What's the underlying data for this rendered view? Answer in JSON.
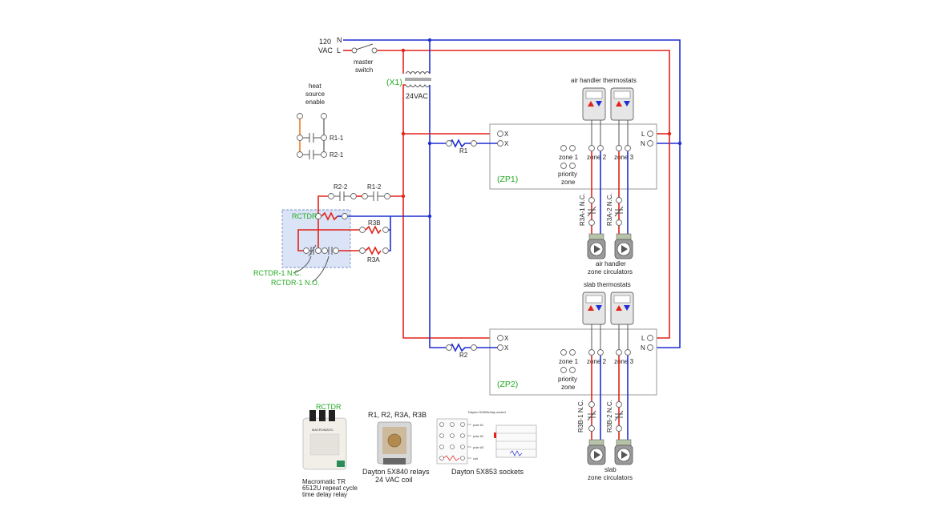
{
  "supply": {
    "voltage": "120",
    "vac": "VAC",
    "neutral": "N",
    "line": "L"
  },
  "master_switch": {
    "line1": "master",
    "line2": "switch"
  },
  "transformer": {
    "id": "(X1)",
    "secondary": "24VAC"
  },
  "heat_source": {
    "line1": "heat",
    "line2": "source",
    "line3": "enable",
    "contact1": "R1-1",
    "contact2": "R2-1"
  },
  "relay_chain": {
    "r22": "R2-2",
    "r12": "R1-2",
    "r3b": "R3B",
    "r3a": "R3A",
    "rctdr": "RCTDR",
    "rctdr_nc": "RCTDR-1 N.C.",
    "rctdr_no": "RCTDR-1 N.O."
  },
  "zp1": {
    "id": "(ZP1)",
    "x": "X",
    "l": "L",
    "n": "N",
    "zone1": "zone 1",
    "zone2": "zone 2",
    "zone3": "zone 3",
    "priority1": "priority",
    "priority2": "zone",
    "relay": "R1",
    "thermostats": "air handler thermostats",
    "contact_a": "R3A-1 N.C.",
    "contact_b": "R3A-2 N.C.",
    "circ1": "air handler",
    "circ2": "zone circulators"
  },
  "zp2": {
    "id": "(ZP2)",
    "x": "X",
    "l": "L",
    "n": "N",
    "zone1": "zone 1",
    "zone2": "zone 2",
    "zone3": "zone 3",
    "priority1": "priority",
    "priority2": "zone",
    "relay": "R2",
    "thermostats": "slab thermostats",
    "contact_a": "R3B-1 N.C.",
    "contact_b": "R3B-2 N.C.",
    "circ1": "slab",
    "circ2": "zone circulators"
  },
  "legend": {
    "rctdr_label": "RCTDR",
    "macromatic1": "Macromatic TR",
    "macromatic2": "6512U repeat cycle",
    "macromatic3": "time delay relay",
    "relays_top": "R1, R2, R3A, R3B",
    "relays1": "Dayton 5X840 relays",
    "relays2": "24 VAC coil",
    "socket_title": "Dayton 5X853relay socket",
    "sockets": "Dayton 5X853 sockets",
    "pole1": "pole #1",
    "pole2": "pole #2",
    "pole3": "pole #3",
    "coil": "coil",
    "brand": "MACROMATIC"
  },
  "colors": {
    "line": "#e2231a",
    "neutral": "#1f2fd0",
    "control": "#22aa22"
  }
}
